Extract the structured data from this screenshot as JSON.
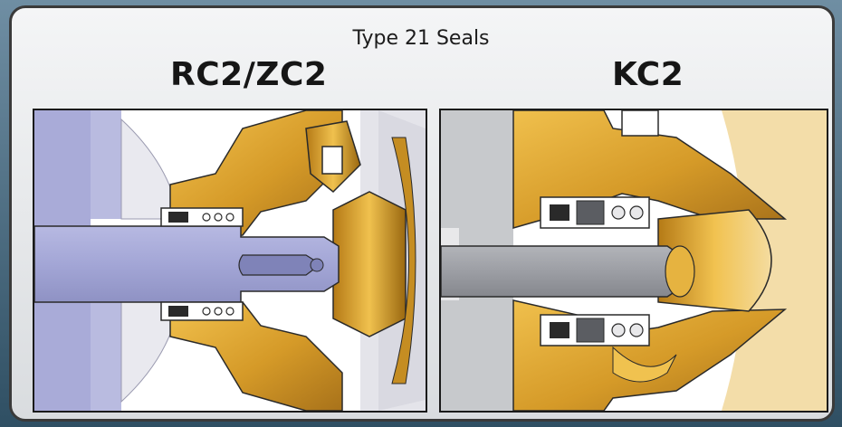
{
  "diagram": {
    "title": "Type 21 Seals",
    "left": {
      "label": "RC2/ZC2"
    },
    "right": {
      "label": "KC2"
    }
  },
  "colors": {
    "gold": "#d9a432",
    "gold_dark": "#8a5f12",
    "shaft": "#a9abd8",
    "shaft_right": "#9ea0a6",
    "dark": "#2a2a2a",
    "housing_grey": "#c8cacd",
    "white": "#ffffff"
  }
}
